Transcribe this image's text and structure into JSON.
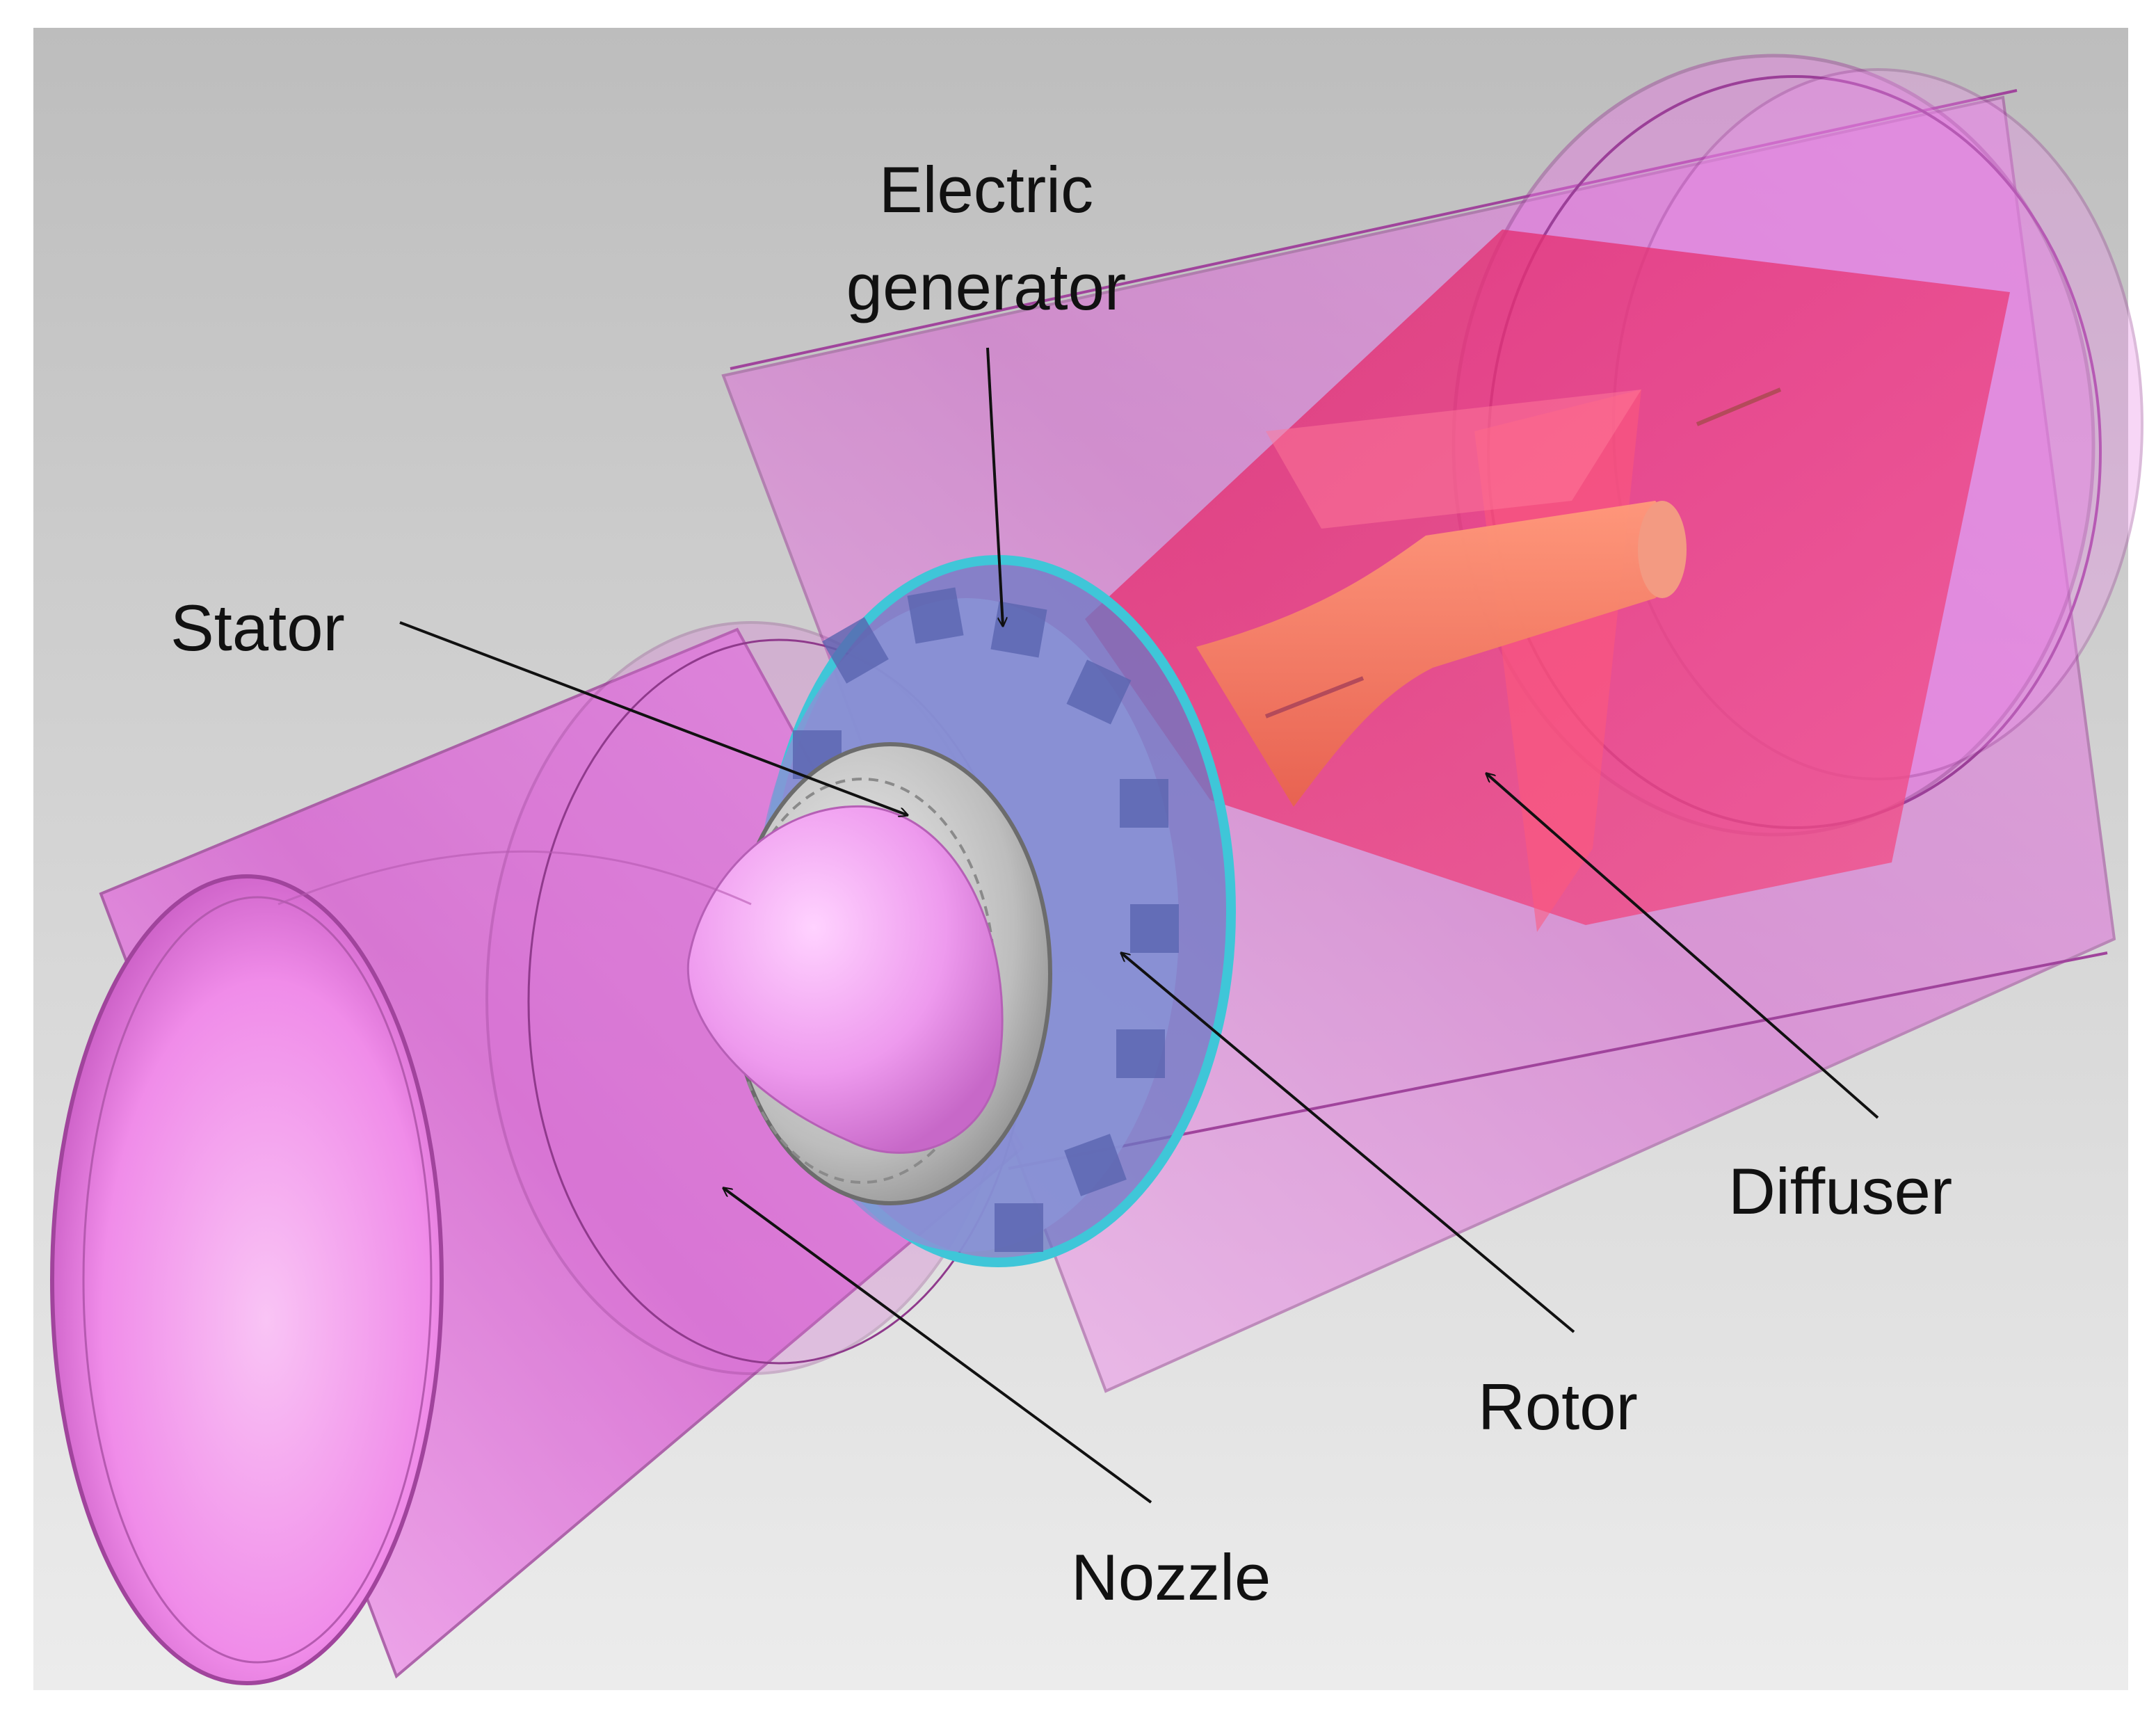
{
  "diagram": {
    "labels": {
      "electric_generator_line1": "Electric",
      "electric_generator_line2": "generator",
      "stator": "Stator",
      "diffuser": "Diffuser",
      "rotor": "Rotor",
      "nozzle": "Nozzle"
    },
    "colors": {
      "background_top": "#bdbdbd",
      "background_bottom": "#ececec",
      "casing": "#e87ee6",
      "casing_edge": "#a0449c",
      "diffuser": "#f0306a",
      "hub": "#f47a62",
      "generator_ring": "#7f86cc",
      "generator_accent": "#3fc6d8",
      "stator_metal": "#c8c8c8",
      "nose_cone": "#ea92ea",
      "arrow": "#111111"
    }
  }
}
